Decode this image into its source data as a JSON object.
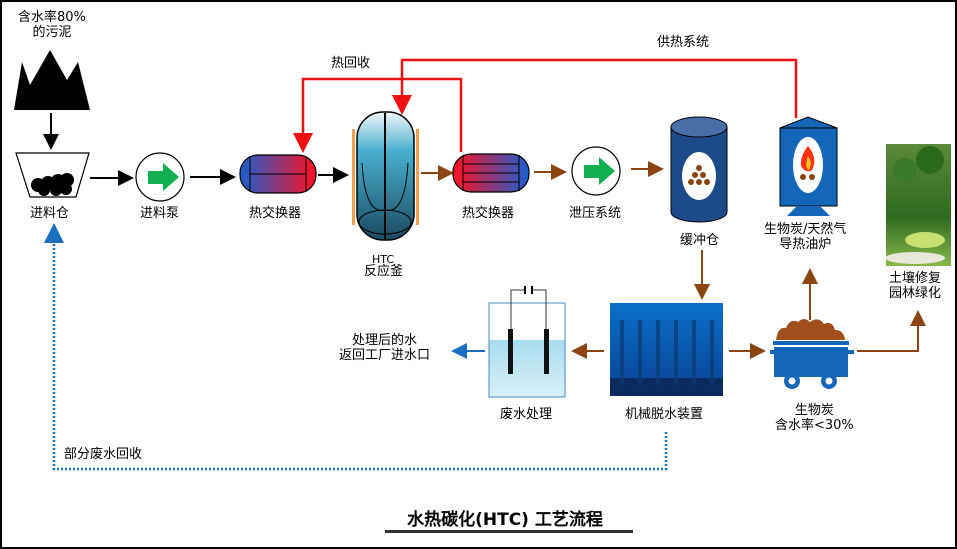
{
  "title": "水热碳化(HTC) 工艺流程",
  "labels": {
    "sludge_input": [
      "含水率80%",
      "的污泥"
    ],
    "feed_bin": "进料仓",
    "feed_pump": "进料泵",
    "heat_exchanger_1": "热交换器",
    "reactor_top": "HTC",
    "reactor_bottom": "反应釜",
    "heat_exchanger_2": "热交换器",
    "pressure_relief": "泄压系统",
    "buffer_bin": "缓冲仓",
    "oil_furnace": [
      "生物炭/天然气",
      "导热油炉"
    ],
    "heat_recovery": "热回收",
    "heat_supply": "供热系统",
    "soil_remediation": [
      "土壤修复",
      "园林绿化"
    ],
    "treated_water": [
      "处理后的水",
      "返回工厂进水口"
    ],
    "wastewater_treatment": "废水处理",
    "dewatering": "机械脱水装置",
    "biochar": [
      "生物炭",
      "含水率<30%"
    ],
    "partial_recycle": "部分废水回收"
  },
  "colors": {
    "heat_line": "#ee1111",
    "product_flow": "#8b4513",
    "water_flow": "#1a6fc0",
    "feed_flow": "#000000",
    "equipment_blue": "#1366b8",
    "pump_arrow": "#10b050"
  }
}
